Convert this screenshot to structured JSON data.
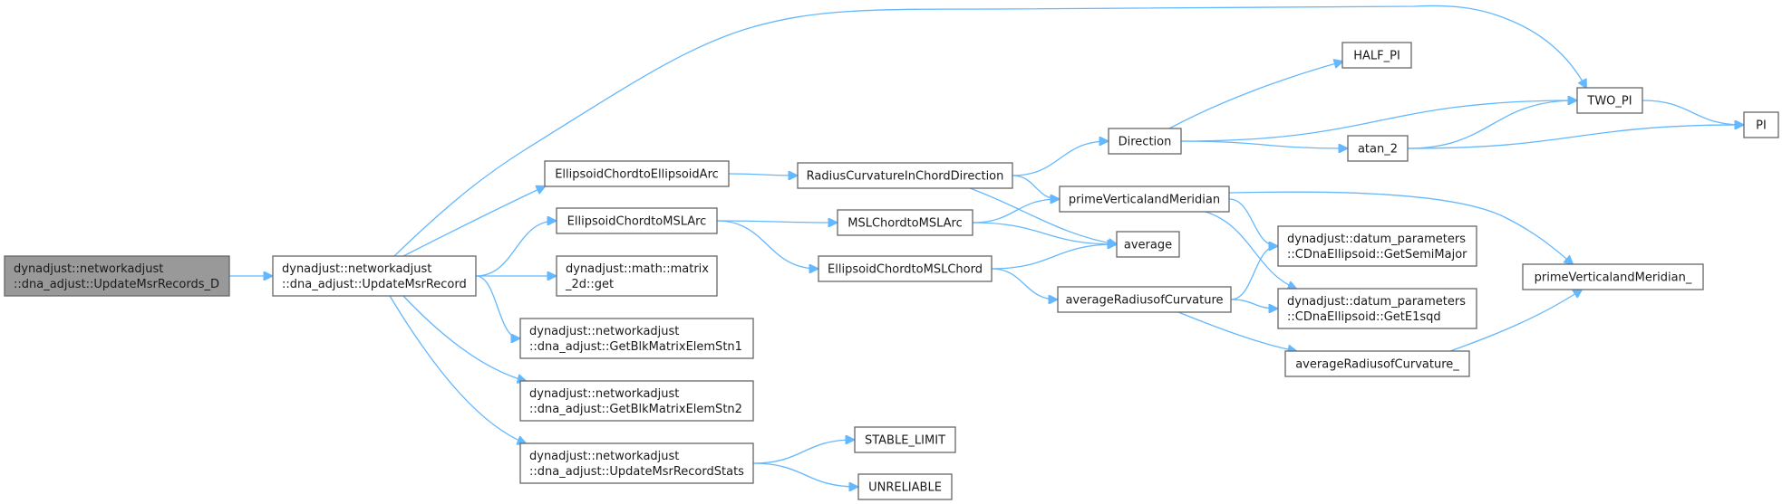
{
  "graph": {
    "nodes": [
      {
        "id": "n0",
        "lines": [
          "dynadjust::networkadjust",
          "::dna_adjust::UpdateMsrRecords_D"
        ],
        "root": true
      },
      {
        "id": "n1",
        "lines": [
          "dynadjust::networkadjust",
          "::dna_adjust::UpdateMsrRecord"
        ]
      },
      {
        "id": "n2",
        "lines": [
          "EllipsoidChordtoEllipsoidArc"
        ]
      },
      {
        "id": "n3",
        "lines": [
          "EllipsoidChordtoMSLArc"
        ]
      },
      {
        "id": "n4",
        "lines": [
          "dynadjust::math::matrix",
          "_2d::get"
        ]
      },
      {
        "id": "n5",
        "lines": [
          "dynadjust::networkadjust",
          "::dna_adjust::GetBlkMatrixElemStn1"
        ]
      },
      {
        "id": "n6",
        "lines": [
          "dynadjust::networkadjust",
          "::dna_adjust::GetBlkMatrixElemStn2"
        ]
      },
      {
        "id": "n7",
        "lines": [
          "dynadjust::networkadjust",
          "::dna_adjust::UpdateMsrRecordStats"
        ]
      },
      {
        "id": "n8",
        "lines": [
          "RadiusCurvatureInChordDirection"
        ]
      },
      {
        "id": "n9",
        "lines": [
          "MSLChordtoMSLArc"
        ]
      },
      {
        "id": "n10",
        "lines": [
          "EllipsoidChordtoMSLChord"
        ]
      },
      {
        "id": "n11",
        "lines": [
          "STABLE_LIMIT"
        ]
      },
      {
        "id": "n12",
        "lines": [
          "UNRELIABLE"
        ]
      },
      {
        "id": "n13",
        "lines": [
          "Direction"
        ]
      },
      {
        "id": "n14",
        "lines": [
          "primeVerticalandMeridian"
        ]
      },
      {
        "id": "n15",
        "lines": [
          "average"
        ]
      },
      {
        "id": "n16",
        "lines": [
          "averageRadiusofCurvature"
        ]
      },
      {
        "id": "n17",
        "lines": [
          "HALF_PI"
        ]
      },
      {
        "id": "n18",
        "lines": [
          "atan_2"
        ]
      },
      {
        "id": "n19",
        "lines": [
          "dynadjust::datum_parameters",
          "::CDnaEllipsoid::GetSemiMajor"
        ]
      },
      {
        "id": "n20",
        "lines": [
          "dynadjust::datum_parameters",
          "::CDnaEllipsoid::GetE1sqd"
        ]
      },
      {
        "id": "n21",
        "lines": [
          "averageRadiusofCurvature_"
        ]
      },
      {
        "id": "n22",
        "lines": [
          "TWO_PI"
        ]
      },
      {
        "id": "n23",
        "lines": [
          "primeVerticalandMeridian_"
        ]
      },
      {
        "id": "n24",
        "lines": [
          "PI"
        ]
      }
    ],
    "edges": [
      [
        "n0",
        "n1"
      ],
      [
        "n1",
        "n22"
      ],
      [
        "n1",
        "n2"
      ],
      [
        "n1",
        "n3"
      ],
      [
        "n1",
        "n4"
      ],
      [
        "n1",
        "n5"
      ],
      [
        "n1",
        "n6"
      ],
      [
        "n1",
        "n7"
      ],
      [
        "n2",
        "n8"
      ],
      [
        "n3",
        "n9"
      ],
      [
        "n3",
        "n10"
      ],
      [
        "n7",
        "n11"
      ],
      [
        "n7",
        "n12"
      ],
      [
        "n8",
        "n13"
      ],
      [
        "n8",
        "n14"
      ],
      [
        "n8",
        "n15"
      ],
      [
        "n9",
        "n14"
      ],
      [
        "n9",
        "n15"
      ],
      [
        "n10",
        "n15"
      ],
      [
        "n10",
        "n16"
      ],
      [
        "n13",
        "n17"
      ],
      [
        "n13",
        "n22"
      ],
      [
        "n13",
        "n18"
      ],
      [
        "n18",
        "n22"
      ],
      [
        "n18",
        "n24"
      ],
      [
        "n22",
        "n24"
      ],
      [
        "n14",
        "n23"
      ],
      [
        "n14",
        "n19"
      ],
      [
        "n14",
        "n20"
      ],
      [
        "n16",
        "n19"
      ],
      [
        "n16",
        "n20"
      ],
      [
        "n16",
        "n21"
      ],
      [
        "n21",
        "n23"
      ]
    ]
  }
}
